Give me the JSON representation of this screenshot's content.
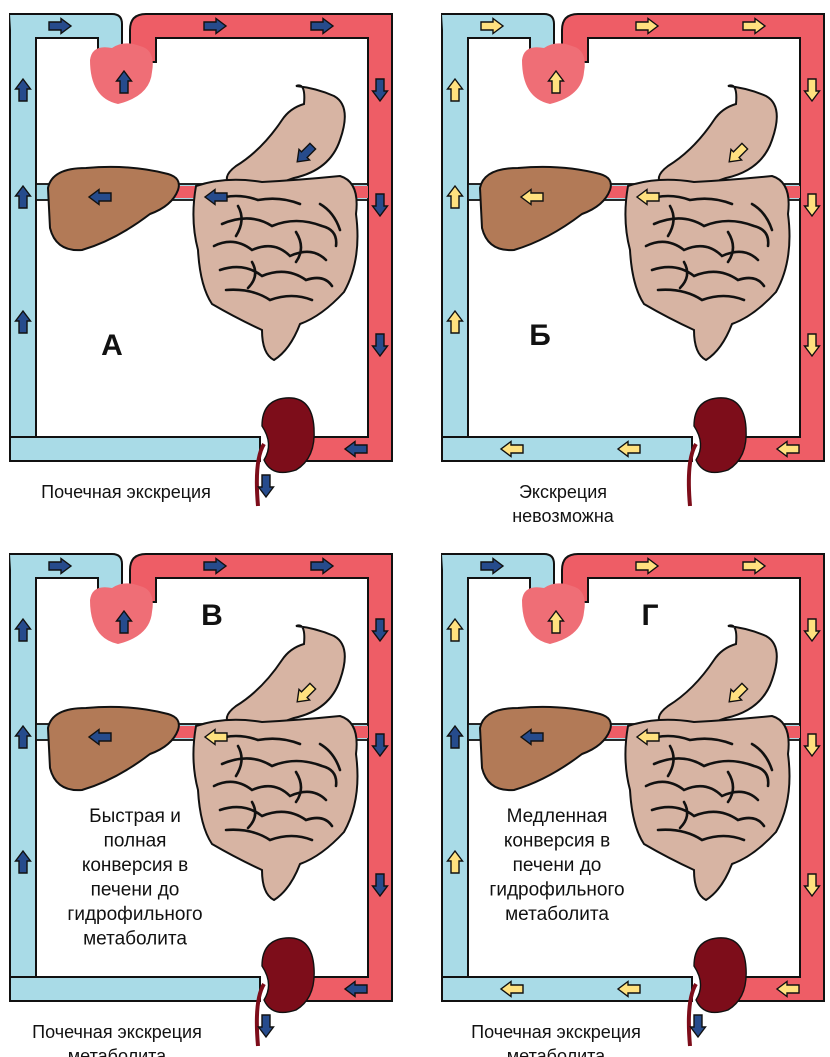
{
  "colors": {
    "vein": "#a9dbe7",
    "artery": "#ee5d66",
    "heart": "#ef6e76",
    "organ": "#d7b4a3",
    "liver": "#b27a57",
    "kidney": "#7d0d1a",
    "outline": "#111111",
    "drug_arrow": "#264b8c",
    "metabolite_arrow": "#ffe17f"
  },
  "panels": [
    {
      "letter": "А",
      "arrow_kind": "drug",
      "caption_lines": [],
      "bottom_lines": [
        "Почечная экскреция"
      ]
    },
    {
      "letter": "Б",
      "arrow_kind": "metabolite",
      "caption_lines": [],
      "bottom_lines": [
        "Экскреция",
        "невозможна"
      ]
    },
    {
      "letter": "В",
      "arrow_kind": "fast",
      "caption_lines": [
        "Быстрая и",
        "полная",
        "конверсия в",
        "печени до",
        "гидрофильного",
        "метаболита"
      ],
      "bottom_lines": [
        "Почечная экскреция",
        "метаболита"
      ]
    },
    {
      "letter": "Г",
      "arrow_kind": "slow",
      "caption_lines": [
        "Медленная",
        "конверсия в",
        "печени до",
        "гидрофильного",
        "метаболита"
      ],
      "bottom_lines": [
        "Почечная экскреция",
        "метаболита"
      ]
    }
  ]
}
